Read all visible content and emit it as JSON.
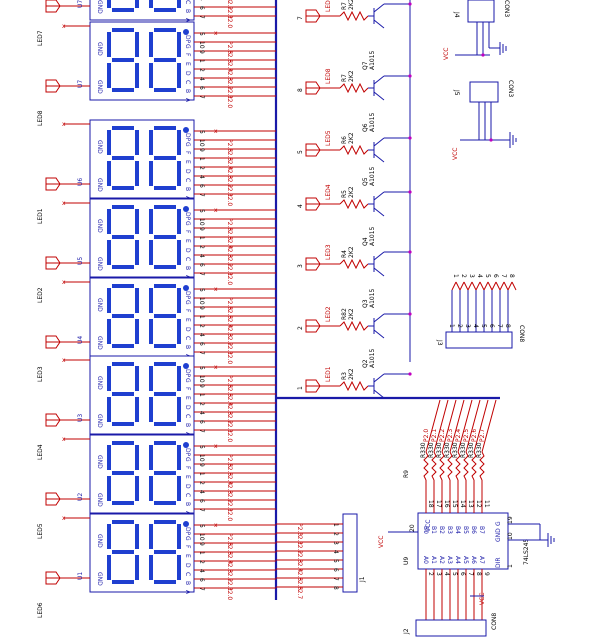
{
  "digits": [
    {
      "led": "LED7",
      "u": "U7",
      "rotated_text": true
    },
    {
      "led": "LED8",
      "u": "U7"
    },
    {
      "led": "LED1",
      "u": "U6"
    },
    {
      "led": "LED2",
      "u": "U5"
    },
    {
      "led": "LED3",
      "u": "U4"
    },
    {
      "led": "LED4",
      "u": "U3"
    },
    {
      "led": "LED5",
      "u": "U2"
    },
    {
      "led": "LED6",
      "u": "U1"
    }
  ],
  "seg_pin_labels": [
    "DP",
    "G",
    "F",
    "E",
    "D",
    "C",
    "B",
    "A"
  ],
  "seg_pin_numbers": [
    "5",
    "10",
    "9",
    "1",
    "2",
    "4",
    "6",
    "7"
  ],
  "p2_nets": [
    "P2.6",
    "P2.6",
    "P2.5",
    "P2.4",
    "P2.3",
    "P2.2",
    "P2.1",
    "P2.0"
  ],
  "gnd_label": "GND",
  "drivers": [
    {
      "q": "Q7",
      "part": "A1015",
      "r": "R7",
      "rv": "2K2",
      "led": "LED7",
      "num": "7"
    },
    {
      "q": "Q7",
      "part": "A1015",
      "r": "R7",
      "rv": "2K2",
      "led": "LED8",
      "num": "8"
    },
    {
      "q": "Q6",
      "part": "A1015",
      "r": "R6",
      "rv": "2K2",
      "led": "LED5",
      "num": "5"
    },
    {
      "q": "Q5",
      "part": "A1015",
      "r": "R5",
      "rv": "2K2",
      "led": "LED4",
      "num": "4"
    },
    {
      "q": "Q4",
      "part": "A1015",
      "r": "R4",
      "rv": "2K2",
      "led": "LED3",
      "num": "3"
    },
    {
      "q": "Q3",
      "part": "A1015",
      "r": "R82",
      "rv": "2K2",
      "led": "LED2",
      "num": "2"
    },
    {
      "q": "Q2",
      "part": "A1015",
      "r": "R3",
      "rv": "2K2",
      "led": "LED1",
      "num": "1"
    }
  ],
  "j4": {
    "ref": "J4",
    "part": "CON3",
    "vcc": "VCC"
  },
  "j5": {
    "ref": "J5",
    "part": "CON3",
    "vcc": "VCC"
  },
  "j3": {
    "ref": "J3",
    "part": "CON8",
    "pins": [
      "1",
      "2",
      "3",
      "4",
      "5",
      "6",
      "7",
      "8"
    ]
  },
  "j1": {
    "ref": "J1",
    "nets": [
      "P2.0",
      "P2.1",
      "P2.2",
      "P2.3",
      "P2.4",
      "P2.5",
      "P2.6",
      "P2.7"
    ],
    "pins": [
      "1",
      "2",
      "3",
      "4",
      "5",
      "6",
      "7",
      "8"
    ]
  },
  "u9": {
    "ref": "U9",
    "part": "74LS245",
    "b_pins": [
      "B0",
      "B1",
      "B2",
      "B3",
      "B4",
      "B5",
      "B6",
      "B7"
    ],
    "a_pins": [
      "A0",
      "A1",
      "A2",
      "A3",
      "A4",
      "A5",
      "A6",
      "A7"
    ],
    "b_nums": [
      "18",
      "17",
      "16",
      "15",
      "14",
      "13",
      "12",
      "11"
    ],
    "a_nums": [
      "2",
      "3",
      "4",
      "5",
      "6",
      "7",
      "8",
      "9"
    ],
    "vcc": "VCC",
    "gnd": "GND",
    "g": "G",
    "dir": "DIR",
    "vcc_pin": "20",
    "gnd_pin": "10",
    "g_pin": "19",
    "dir_pin": "1"
  },
  "rpack": {
    "ref": "R9",
    "value": "R330",
    "count": 8
  },
  "u9_b_nets": [
    "P2.0",
    "P2.1",
    "P2.2",
    "P2.3",
    "P2.4",
    "P2.5",
    "P2.6",
    "P2.7"
  ],
  "j2": {
    "ref": "J2",
    "part": "CON8",
    "vcc": "VCC"
  }
}
